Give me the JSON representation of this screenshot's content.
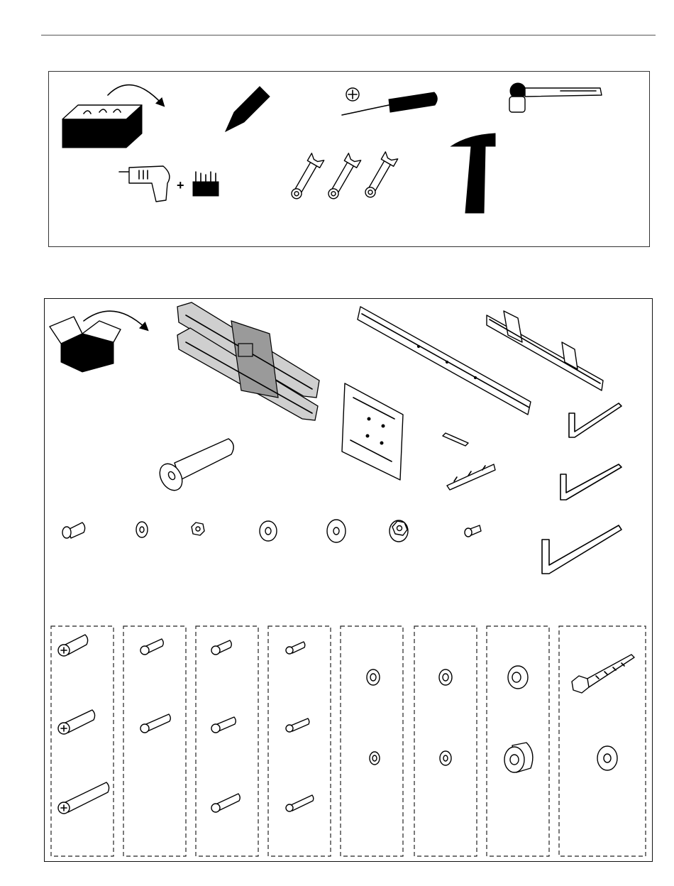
{
  "tools": {
    "plus_sign": "+",
    "icons": [
      "toolbox-icon",
      "pencil-icon",
      "phillips-screwdriver-icon",
      "ratchet-wrench-icon",
      "power-drill-icon",
      "drill-bits-icon",
      "open-end-wrenches-icon",
      "hammer-icon"
    ]
  },
  "parts": {
    "icons": [
      "open-box-icon",
      "articulating-arm-icon",
      "wall-rail-icon",
      "wall-bracket-icon",
      "adapter-plate-icon",
      "pivot-pin-icon",
      "small-link-plate-icon",
      "spring-clip-icon",
      "hex-key-icon",
      "screw-icon",
      "washer-icon",
      "hex-nut-icon",
      "flange-nut-icon",
      "cap-screw-icon"
    ]
  },
  "hardware_bags": {
    "count": 8,
    "bags": [
      "m8-screws",
      "m6-screws-a",
      "m6-screws-b",
      "m4-screws",
      "spacer-washers-a",
      "spacer-washers-b",
      "spacers",
      "lag-bolt-and-washer"
    ]
  }
}
